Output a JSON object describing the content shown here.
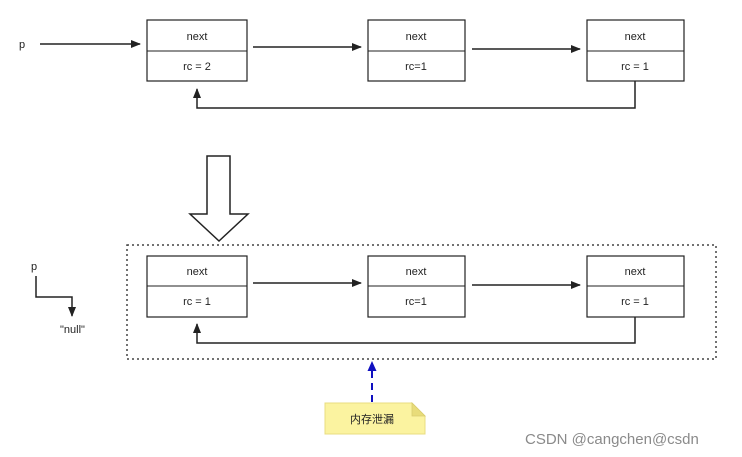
{
  "top_row": {
    "pointer_label": "p",
    "nodes": [
      {
        "top": "next",
        "bottom": "rc = 2"
      },
      {
        "top": "next",
        "bottom": "rc=1"
      },
      {
        "top": "next",
        "bottom": "rc = 1"
      }
    ]
  },
  "bottom_row": {
    "pointer_label": "p",
    "null_label": "\"null\"",
    "nodes": [
      {
        "top": "next",
        "bottom": "rc = 1"
      },
      {
        "top": "next",
        "bottom": "rc=1"
      },
      {
        "top": "next",
        "bottom": "rc = 1"
      }
    ]
  },
  "note": {
    "text": "内存泄漏"
  },
  "watermark": "CSDN @cangchen@csdn"
}
